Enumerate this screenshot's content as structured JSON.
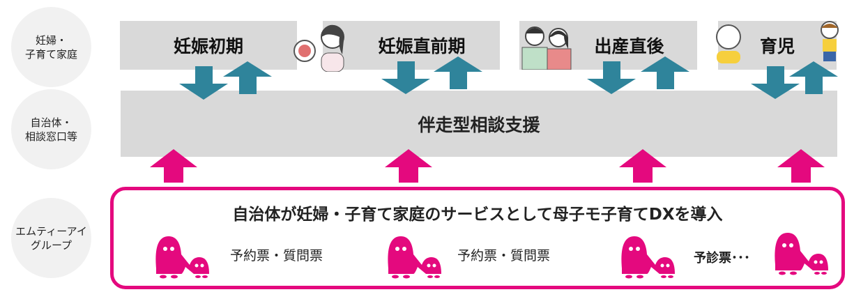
{
  "rows": [
    {
      "label": "妊婦・\n子育て家庭"
    },
    {
      "label": "自治体・\n相談窓口等"
    },
    {
      "label": "エムティーアイ\nグループ"
    }
  ],
  "stages": [
    "妊娠初期",
    "妊娠直前期",
    "出産直後",
    "育児"
  ],
  "support": "伴走型相談支援",
  "headline": "自治体が妊婦・子育て家庭のサービスとして母子モ子育てDXを導入",
  "services": [
    "予約票・質問票",
    "予約票・質問票",
    "予診票･･･"
  ],
  "colors": {
    "teal": "#2f849b",
    "pink": "#e4097e",
    "gray": "#d9d9d9"
  }
}
